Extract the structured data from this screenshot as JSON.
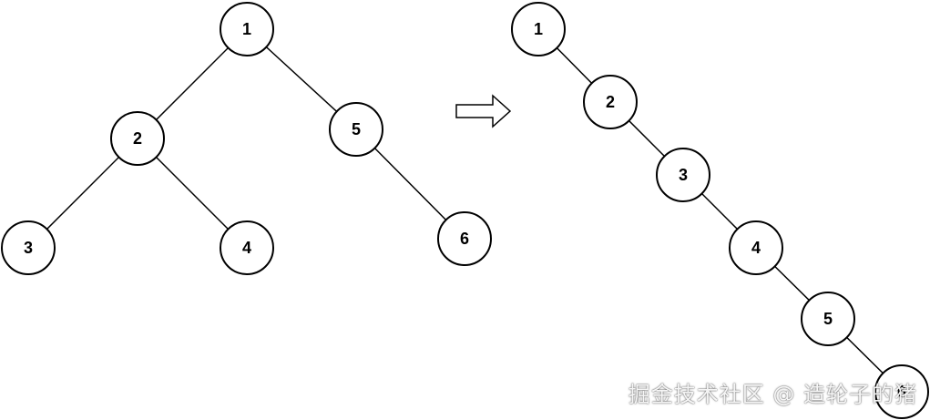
{
  "left_tree": {
    "nodes": [
      {
        "id": "1",
        "label": "1"
      },
      {
        "id": "2",
        "label": "2"
      },
      {
        "id": "5",
        "label": "5"
      },
      {
        "id": "3",
        "label": "3"
      },
      {
        "id": "4",
        "label": "4"
      },
      {
        "id": "6",
        "label": "6"
      }
    ],
    "edges": [
      [
        "1",
        "2"
      ],
      [
        "1",
        "5"
      ],
      [
        "2",
        "3"
      ],
      [
        "2",
        "4"
      ],
      [
        "5",
        "6"
      ]
    ]
  },
  "right_chain": {
    "nodes": [
      {
        "id": "1",
        "label": "1"
      },
      {
        "id": "2",
        "label": "2"
      },
      {
        "id": "3",
        "label": "3"
      },
      {
        "id": "4",
        "label": "4"
      },
      {
        "id": "5",
        "label": "5"
      },
      {
        "id": "6",
        "label": "6"
      }
    ],
    "edges": [
      [
        "1",
        "2"
      ],
      [
        "2",
        "3"
      ],
      [
        "3",
        "4"
      ],
      [
        "4",
        "5"
      ],
      [
        "5",
        "6"
      ]
    ]
  },
  "watermark": "掘金技术社区 @ 造轮子的猪"
}
